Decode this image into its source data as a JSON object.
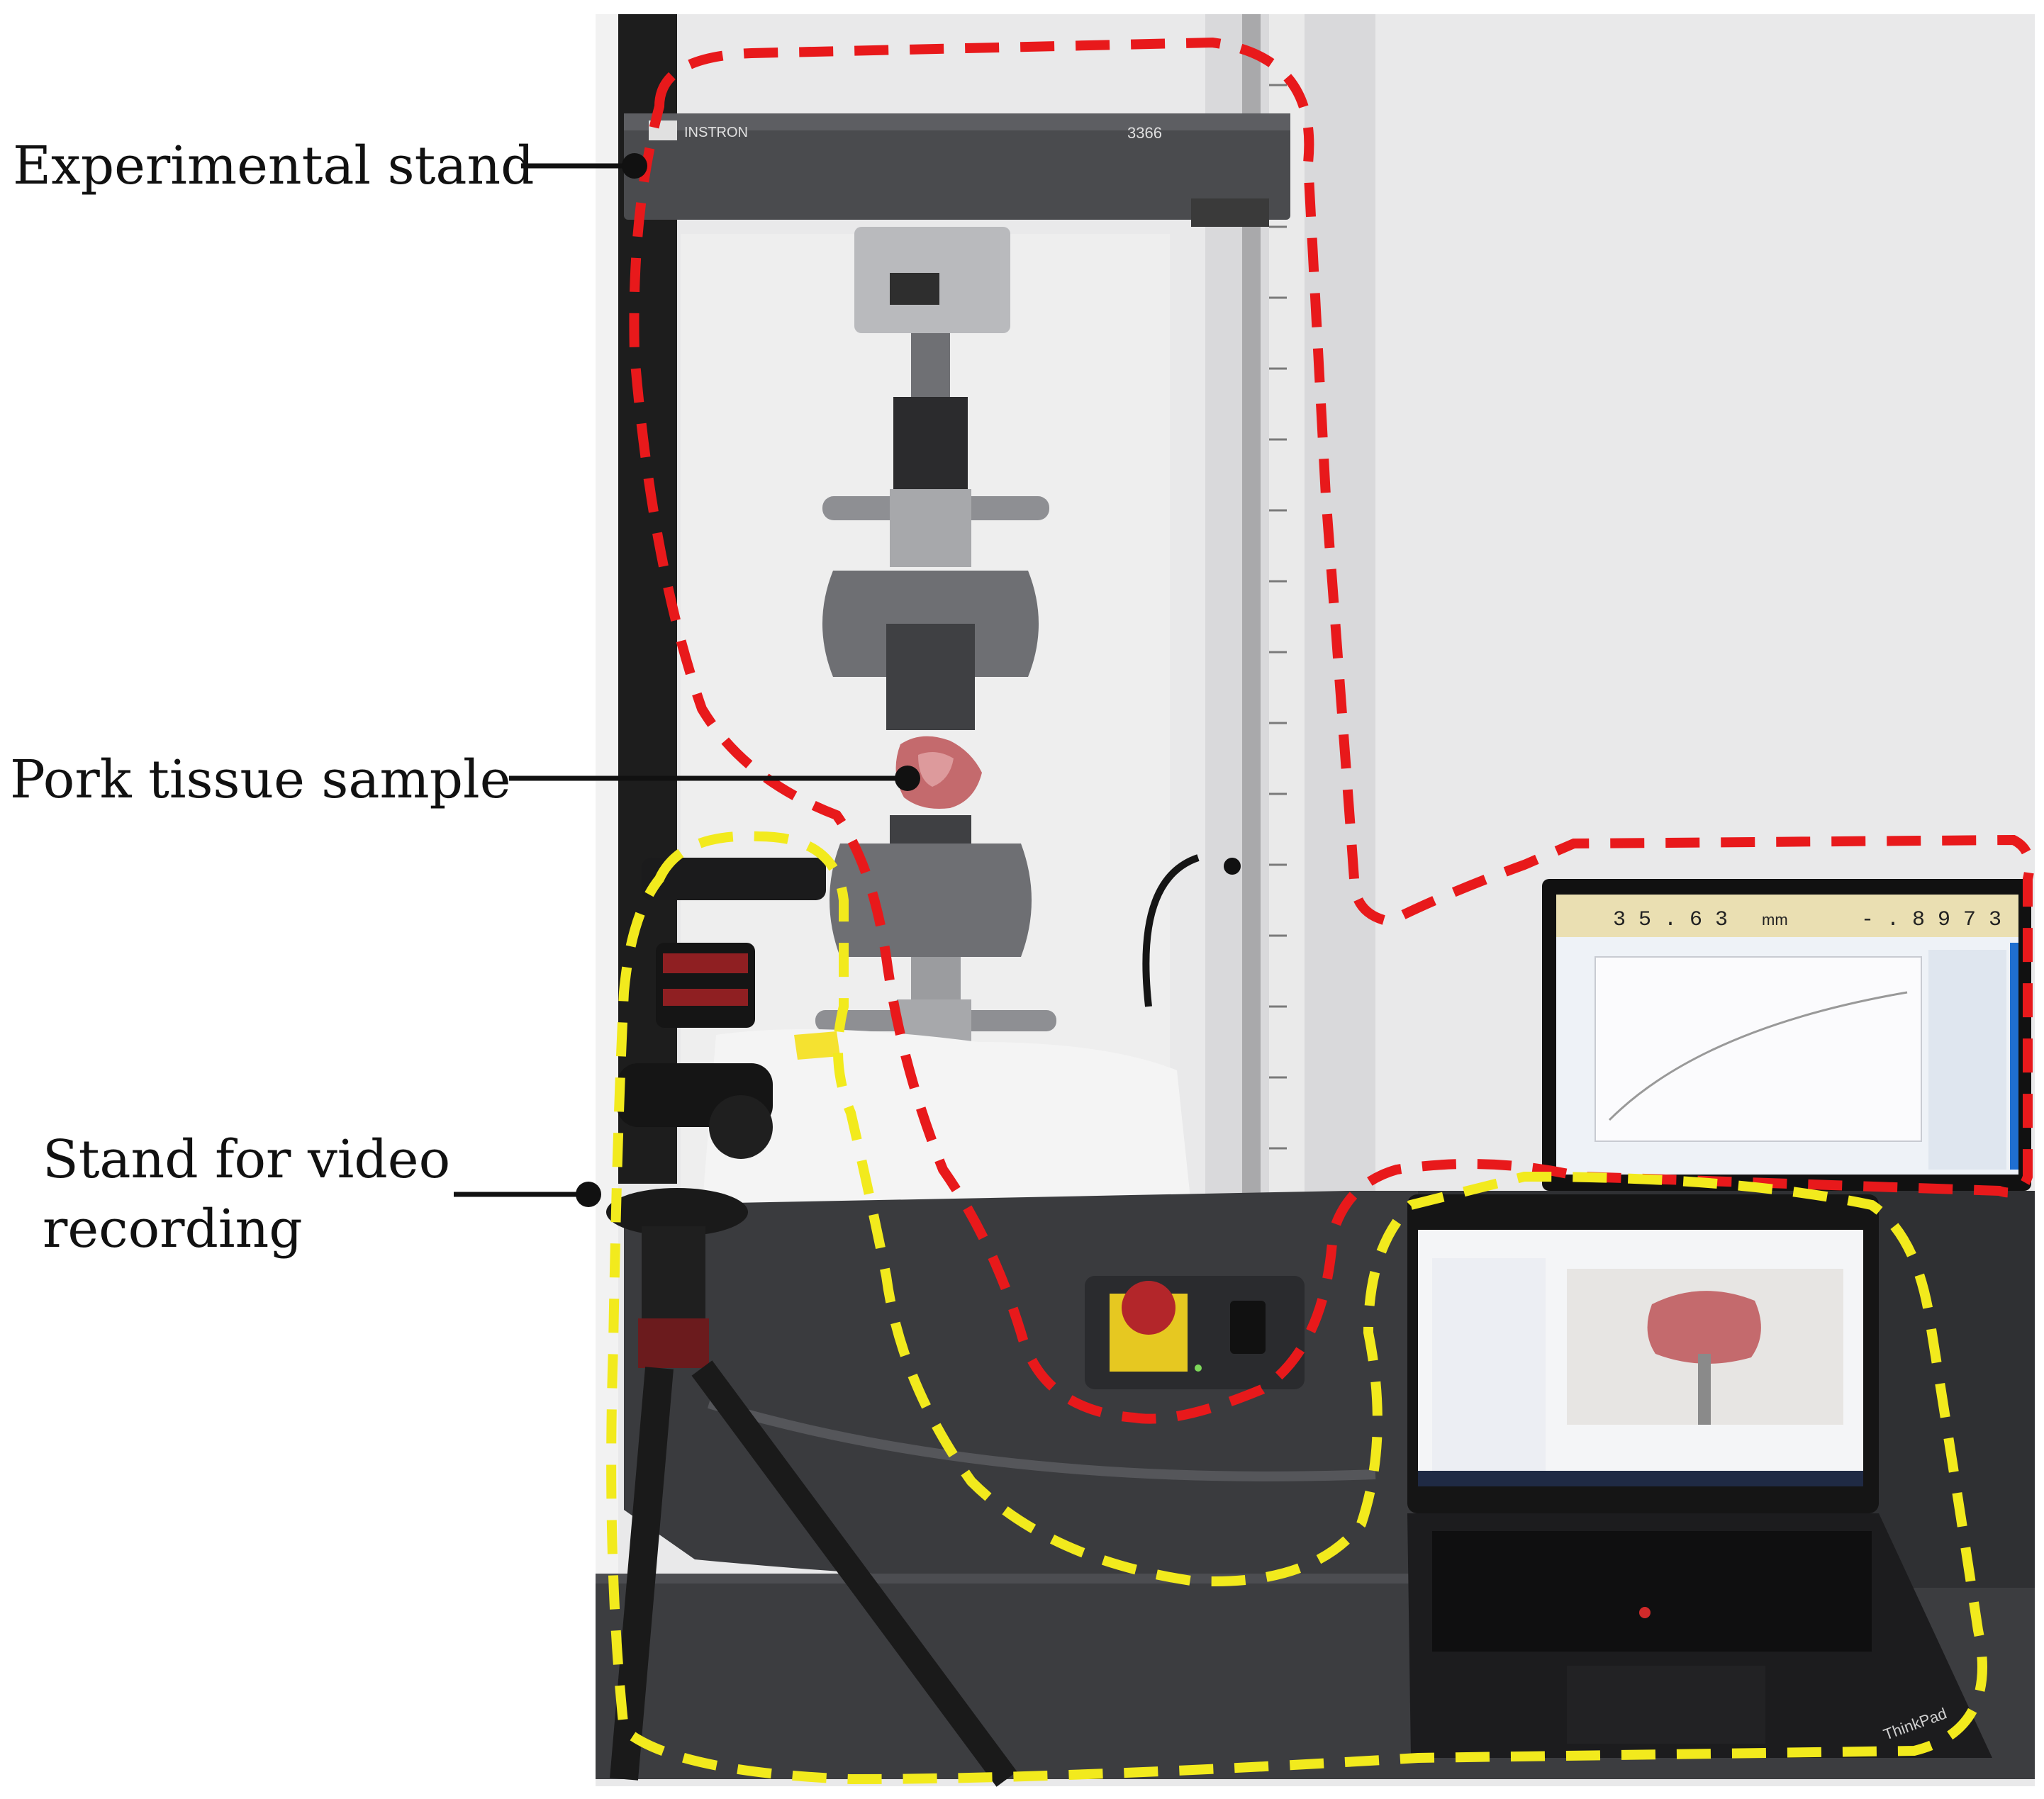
{
  "labels": {
    "experimental_stand": "Experimental stand",
    "pork_tissue_sample": "Pork tissue sample",
    "stand_video_line1": "Stand for video",
    "stand_video_line2": "recording"
  },
  "machine": {
    "brand_text": "INSTRON",
    "model_text": "3366"
  },
  "monitor": {
    "readout_left": "3 5 . 6 3",
    "readout_unit": "mm",
    "readout_right": "- . 8 9 7 3"
  },
  "laptop": {
    "brand_text": "ThinkPad"
  },
  "colors": {
    "red_dashes": "#e8191b",
    "yellow_dashes": "#f2ea1d",
    "frame_light": "#dcdcdc",
    "frame_dark": "#2a2a2a",
    "wall": "#ececec",
    "tissue": "#c46a6d"
  }
}
